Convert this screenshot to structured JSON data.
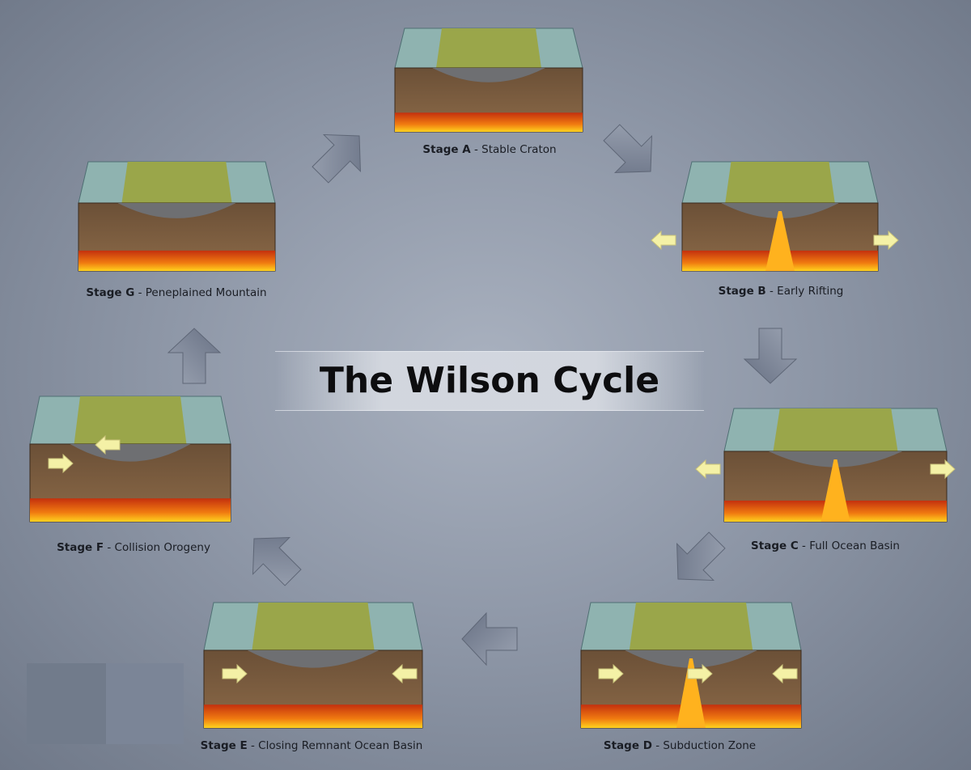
{
  "title": "The Wilson Cycle",
  "stages": [
    {
      "id": "A",
      "prefix": "Stage A",
      "name": "Stable Craton"
    },
    {
      "id": "B",
      "prefix": "Stage B",
      "name": "Early Rifting"
    },
    {
      "id": "C",
      "prefix": "Stage C",
      "name": "Full Ocean Basin"
    },
    {
      "id": "D",
      "prefix": "Stage D",
      "name": "Subduction Zone"
    },
    {
      "id": "E",
      "prefix": "Stage E",
      "name": "Closing Remnant Ocean Basin"
    },
    {
      "id": "F",
      "prefix": "Stage F",
      "name": "Collision Orogeny"
    },
    {
      "id": "G",
      "prefix": "Stage G",
      "name": "Peneplained Mountain"
    }
  ],
  "separator": " - ",
  "colors": {
    "land": "#9aa64a",
    "ocean": "#8fb3b0",
    "rock": "#7a5a3c",
    "magma": "#f07a10",
    "arrow": "#7f8899",
    "push_arrow": "#f4f1a6"
  }
}
